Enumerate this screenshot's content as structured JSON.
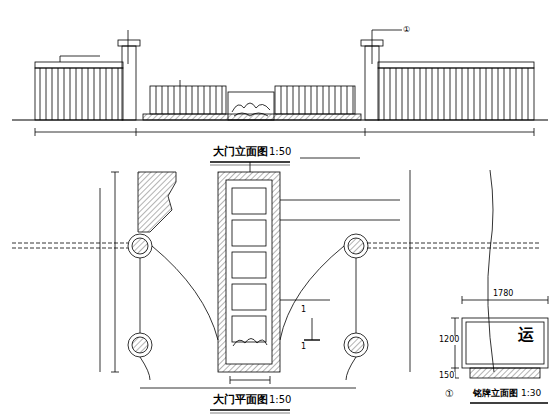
{
  "diagram": {
    "labels": [
      "大门立面图",
      "1:50",
      "大门平面图",
      "1:50",
      "①",
      "铭牌立面图",
      "1:30",
      "1780",
      "1200",
      "150",
      "运",
      "1",
      "1",
      "①"
    ]
  }
}
